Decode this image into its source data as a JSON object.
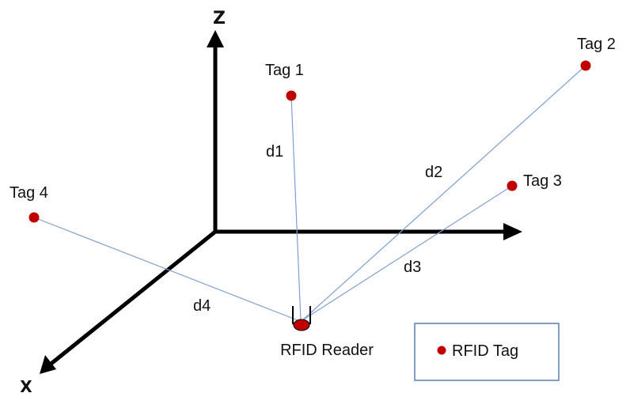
{
  "axes": {
    "z_label": "Z",
    "x_label": "X"
  },
  "tags": [
    {
      "label": "Tag 1",
      "distance_label": "d1"
    },
    {
      "label": "Tag 2",
      "distance_label": "d2"
    },
    {
      "label": "Tag 3",
      "distance_label": "d3"
    },
    {
      "label": "Tag 4",
      "distance_label": "d4"
    }
  ],
  "reader": {
    "label": "RFID Reader"
  },
  "legend": {
    "label": "RFID Tag"
  },
  "colors": {
    "tag": "#c00000",
    "line": "#7f9fd0",
    "axis": "#000000",
    "legend_border": "#5b7fae"
  }
}
